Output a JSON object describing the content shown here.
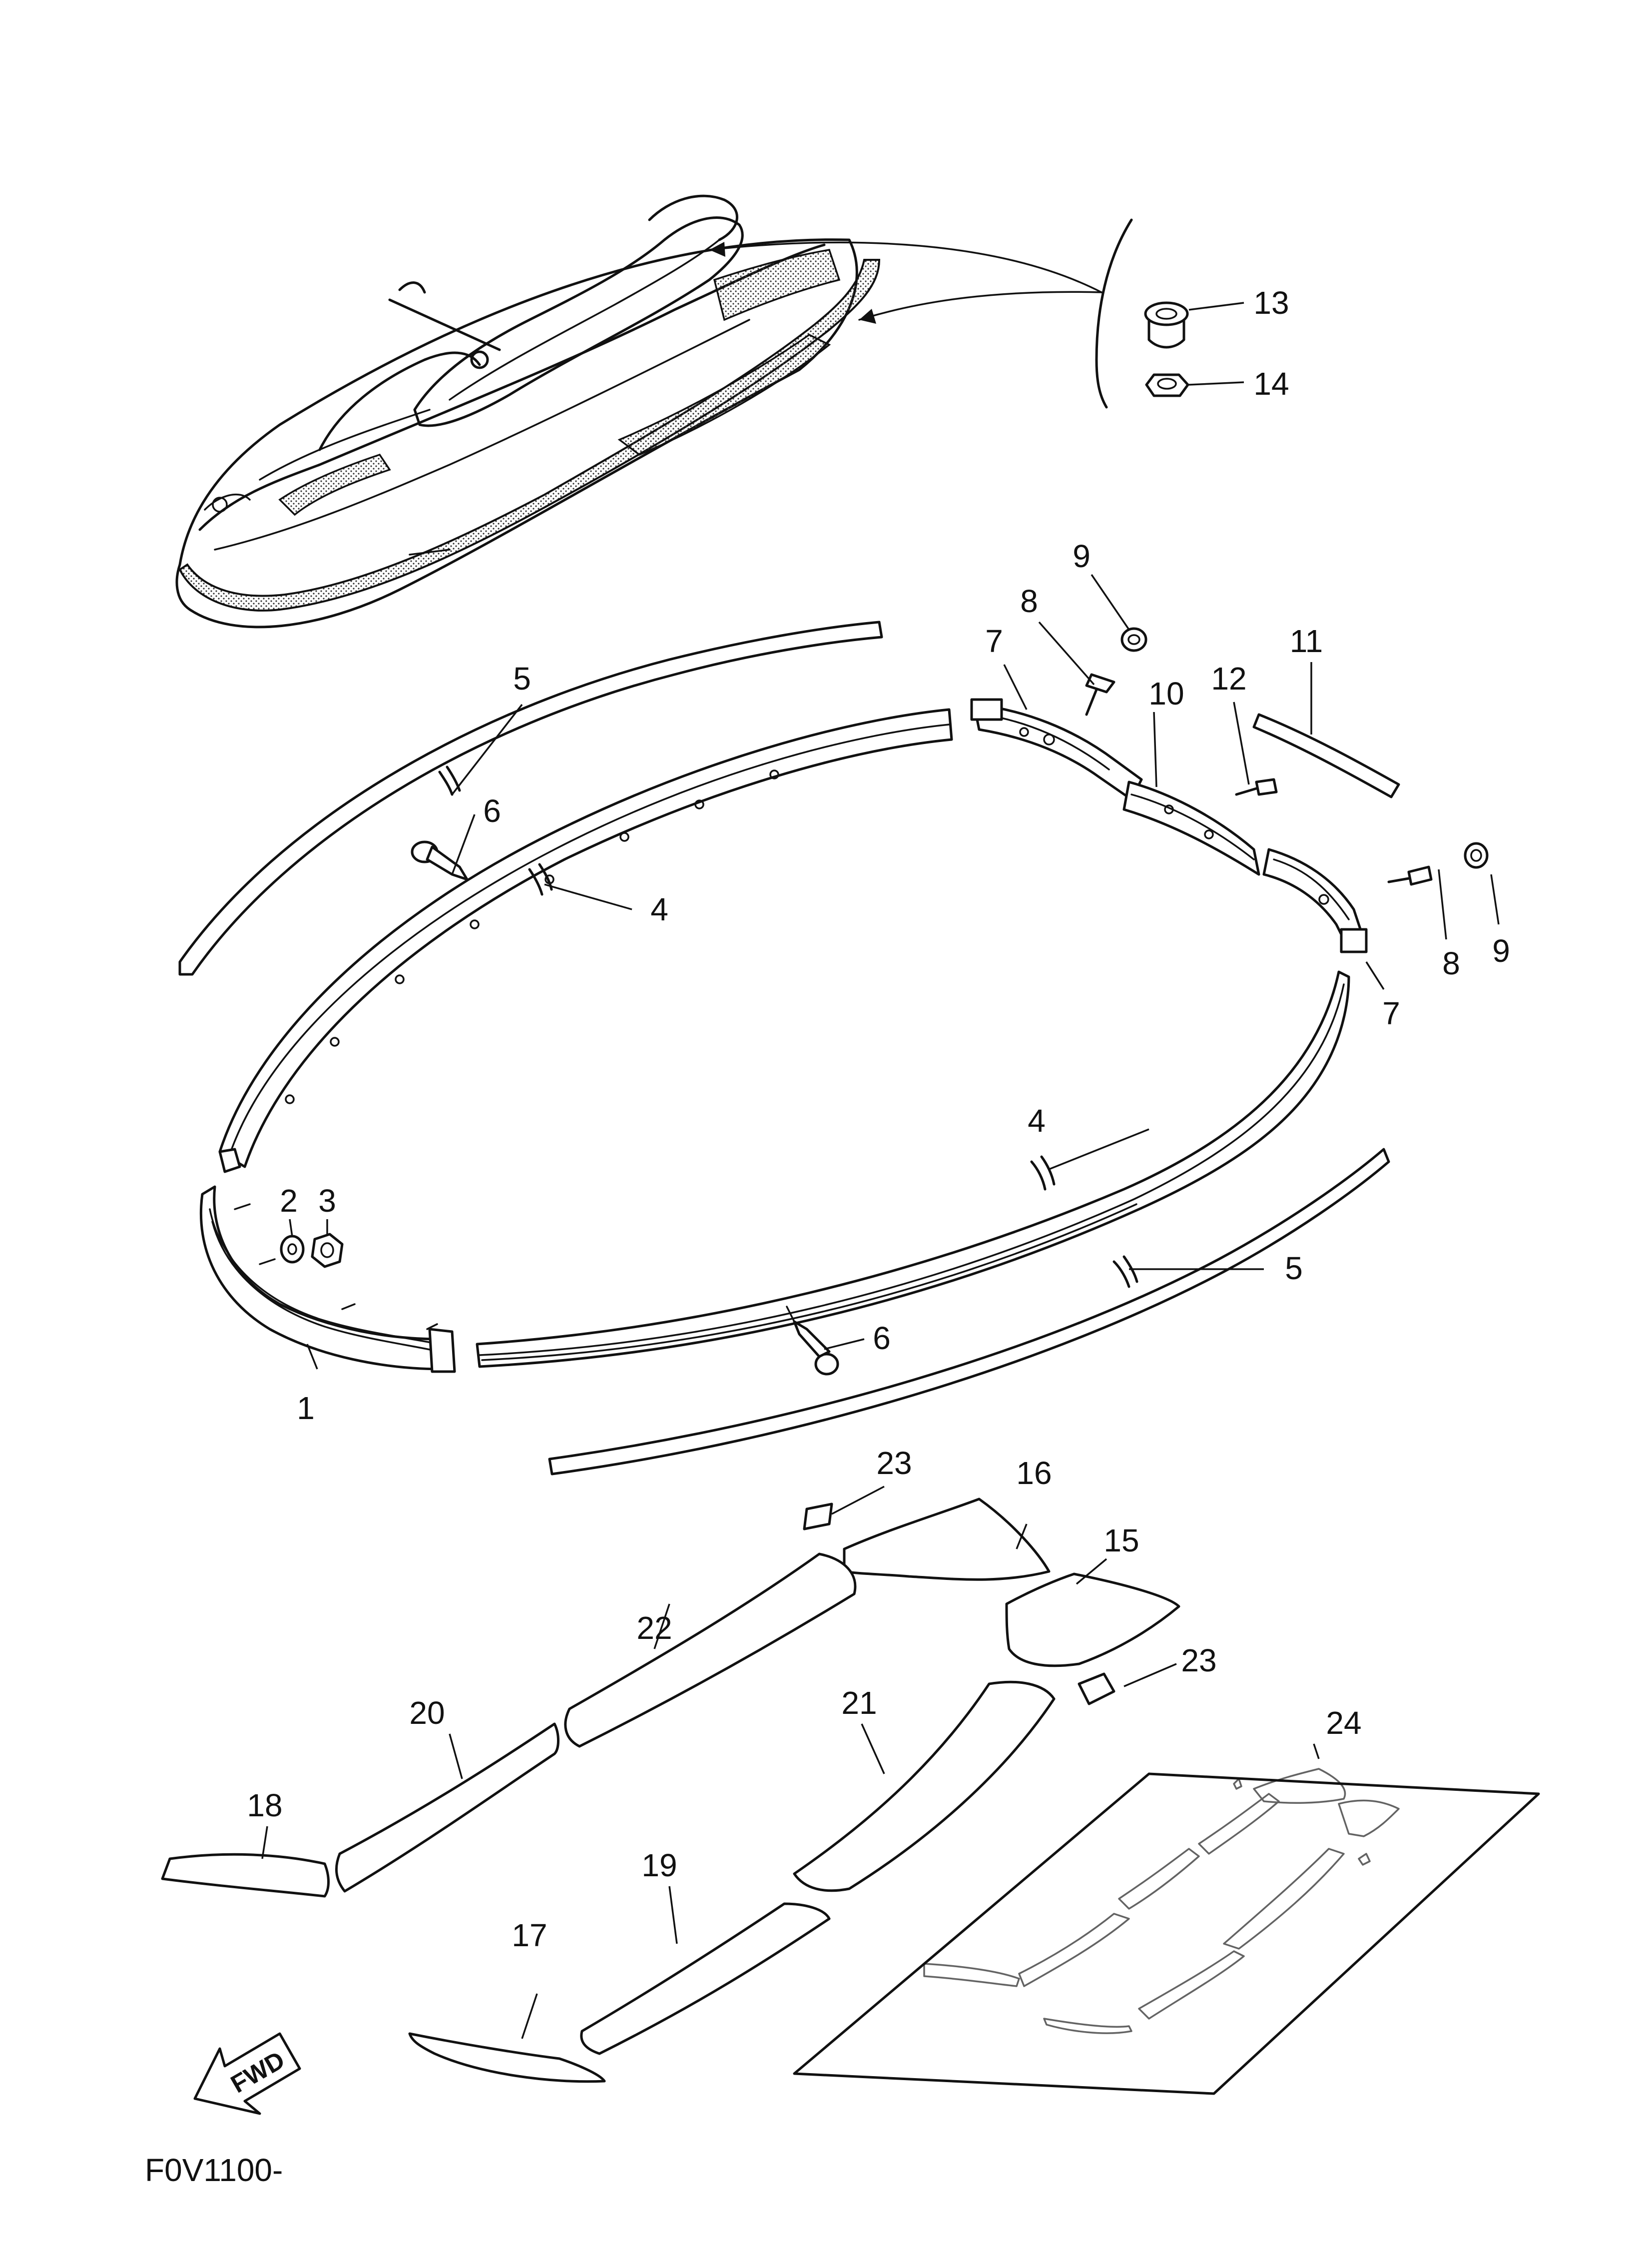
{
  "figure_code": "F0V1100-",
  "fwd_label": "FWD",
  "callouts": [
    "1",
    "2",
    "3",
    "4",
    "4",
    "5",
    "5",
    "6",
    "6",
    "7",
    "7",
    "8",
    "8",
    "9",
    "9",
    "10",
    "11",
    "12",
    "13",
    "14",
    "15",
    "16",
    "17",
    "18",
    "19",
    "20",
    "21",
    "22",
    "23",
    "23",
    "24"
  ]
}
